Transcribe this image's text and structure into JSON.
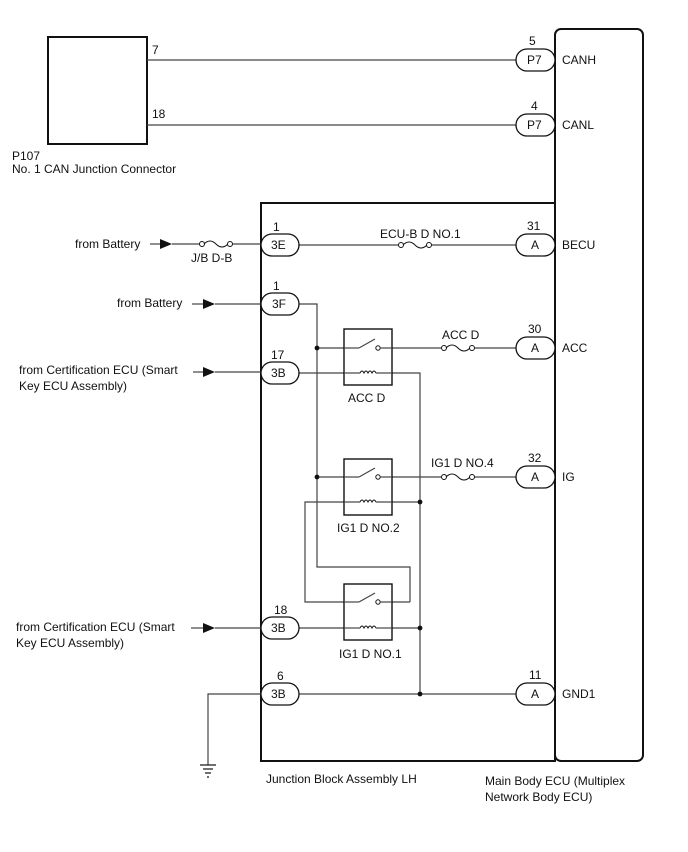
{
  "p107": {
    "code": "P107",
    "name": "No. 1 CAN Junction Connector",
    "pin_canh": "7",
    "pin_canl": "18"
  },
  "ecu": {
    "name_line1": "Main Body ECU (Multiplex",
    "name_line2": "Network Body ECU)",
    "pins": {
      "canh": {
        "num": "5",
        "conn": "P7",
        "signal": "CANH"
      },
      "canl": {
        "num": "4",
        "conn": "P7",
        "signal": "CANL"
      },
      "becu": {
        "num": "31",
        "conn": "A",
        "signal": "BECU"
      },
      "acc": {
        "num": "30",
        "conn": "A",
        "signal": "ACC"
      },
      "ig": {
        "num": "32",
        "conn": "A",
        "signal": "IG"
      },
      "gnd1": {
        "num": "11",
        "conn": "A",
        "signal": "GND1"
      }
    }
  },
  "junction_block": {
    "name": "Junction Block Assembly LH",
    "pins": {
      "p3e": {
        "num": "1",
        "conn": "3E"
      },
      "p3f": {
        "num": "1",
        "conn": "3F"
      },
      "p3b17": {
        "num": "17",
        "conn": "3B"
      },
      "p3b18": {
        "num": "18",
        "conn": "3B"
      },
      "p3b6": {
        "num": "6",
        "conn": "3B"
      }
    },
    "fuses": {
      "ecu_b": "ECU-B D NO.1",
      "acc": "ACC D",
      "ig1": "IG1 D NO.4"
    },
    "relays": {
      "acc": "ACC D",
      "ig1_no2": "IG1 D NO.2",
      "ig1_no1": "IG1 D NO.1"
    }
  },
  "sources": {
    "battery1": "from Battery",
    "battery2": "from Battery",
    "fuse_jb": "J/B D-B",
    "cert1_line1": "from Certification ECU (Smart",
    "cert1_line2": "Key ECU Assembly)",
    "cert2_line1": "from Certification ECU (Smart",
    "cert2_line2": "Key ECU Assembly)"
  }
}
